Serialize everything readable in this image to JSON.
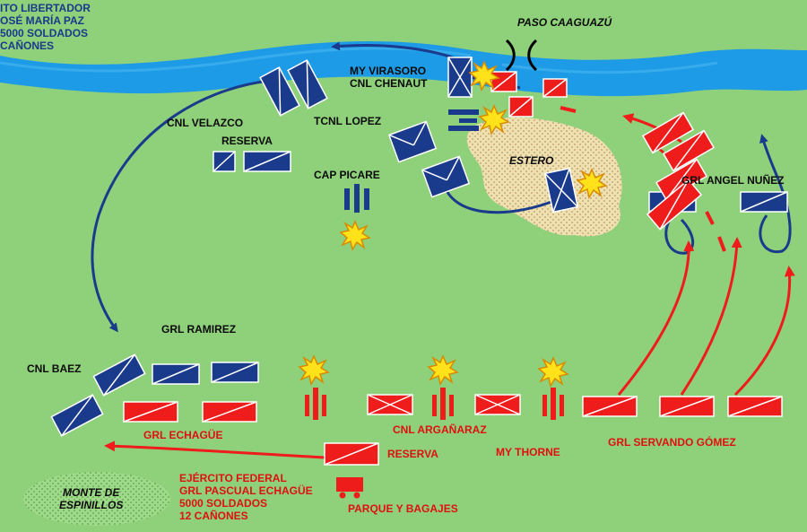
{
  "colors": {
    "field": "#8fd07a",
    "river": "#1e9be6",
    "unitara_blue": "#1a3a8c",
    "federal_red": "#ef1c1c",
    "marsh": "#efe0b0",
    "explosion": "#ffe21a"
  },
  "unitarian_info": [
    "ITO LIBERTADOR",
    "OSÉ MARÍA PAZ",
    "5000 SOLDADOS",
    "CAÑONES"
  ],
  "labels": {
    "paso": "PASO CAAGUAZÚ",
    "estero": "ESTERO",
    "virasoro": "MY VIRASORO",
    "chenaut": "CNL CHENAUT",
    "velazco": "CNL VELAZCO",
    "reserva_blue": "RESERVA",
    "lopez": "TCNL LOPEZ",
    "picare": "CAP PICARE",
    "angel_nunez": "GRL ANGEL NUÑEZ",
    "ramirez": "GRL RAMIREZ",
    "baez": "CNL BAEZ",
    "echague_red": "GRL ECHAGÜE",
    "arganaraz": "CNL ARGAÑARAZ",
    "reserva_red": "RESERVA",
    "thorne": "MY THORNE",
    "servando": "GRL SERVANDO GÓMEZ",
    "parque": "PARQUE Y BAGAJES",
    "monte": "MONTE DE\nESPINILLOS"
  },
  "federal_info": [
    "EJÉRCITO FEDERAL",
    "GRL PASCUAL ECHAGÜE",
    "5000 SOLDADOS",
    "12 CAÑONES"
  ]
}
